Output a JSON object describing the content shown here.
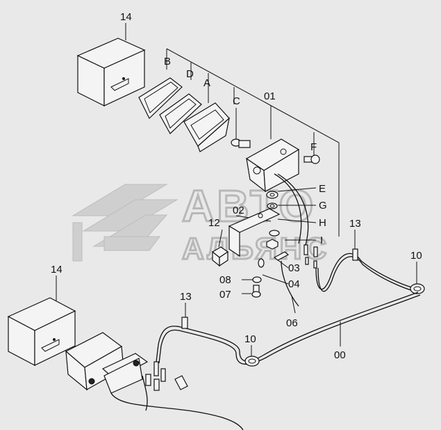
{
  "diagram": {
    "callouts": {
      "p14_top": "14",
      "pB": "B",
      "pD": "D",
      "pA": "A",
      "pC": "C",
      "p01": "01",
      "pF": "F",
      "pE": "E",
      "pG": "G",
      "p02": "02",
      "p12": "12",
      "pH": "H",
      "p13_right": "13",
      "pI": "I",
      "p10_right": "10",
      "p03": "03",
      "p04": "04",
      "p08": "08",
      "p07": "07",
      "p06": "06",
      "p14_left": "14",
      "p13_left": "13",
      "p10_left": "10",
      "p00": "00"
    },
    "watermark": {
      "line1": "АВТО",
      "line2": "АЛЬЯНС"
    }
  }
}
